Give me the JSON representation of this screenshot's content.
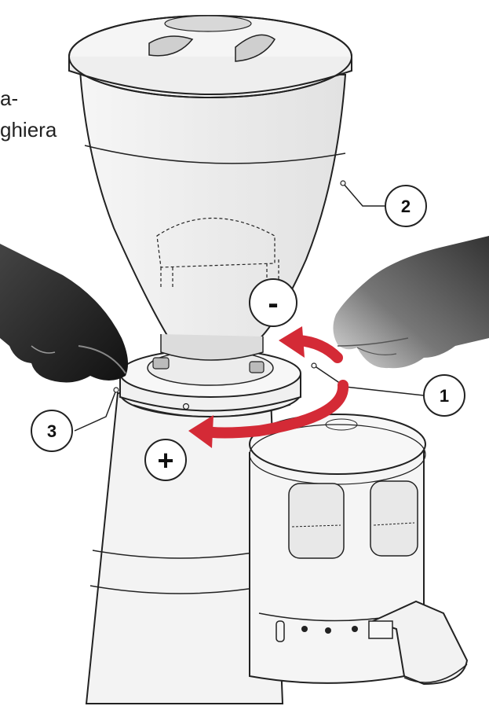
{
  "partial_text": {
    "line1": "a-",
    "line2": "ghiera"
  },
  "callouts": {
    "c1": "1",
    "c2": "2",
    "c3": "3"
  },
  "signs": {
    "minus": "-",
    "plus": "+"
  },
  "colors": {
    "arrow_red": "#d42a36",
    "line": "#222222",
    "hopper_fill": "#efefef",
    "skin_dark": "#2a2a2a",
    "body_fill": "#f4f4f4"
  }
}
